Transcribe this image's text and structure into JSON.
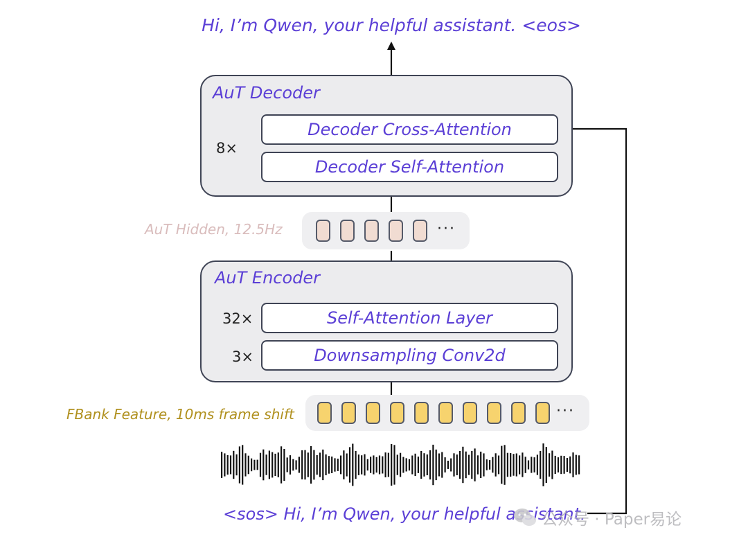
{
  "output_text": "Hi, I’m Qwen, your helpful assistant. <eos>",
  "input_text": "<sos>  Hi, I’m Qwen, your helpful assistant.",
  "decoder": {
    "title": "AuT Decoder",
    "repeat": "8×",
    "cross_attention_label": "Decoder Cross-Attention",
    "self_attention_label": "Decoder Self-Attention"
  },
  "hidden": {
    "label": "AuT Hidden, 12.5Hz",
    "ellipsis": "···"
  },
  "encoder": {
    "title": "AuT Encoder",
    "self_attention_repeat": "32×",
    "self_attention_label": "Self-Attention Layer",
    "conv_repeat": "3×",
    "conv_label": "Downsampling Conv2d"
  },
  "fbank": {
    "label": "FBank Feature, 10ms frame shift",
    "ellipsis": "···"
  },
  "watermark": {
    "icon": "wechat-icon",
    "text": "公众号 · Paper易论"
  },
  "colors": {
    "accent_text": "#5b3fd6",
    "hidden_label": "#d9bcbc",
    "fbank_label": "#b0901e",
    "fbank_token": "#f7d36e",
    "hidden_token": "#f1dcd2"
  }
}
